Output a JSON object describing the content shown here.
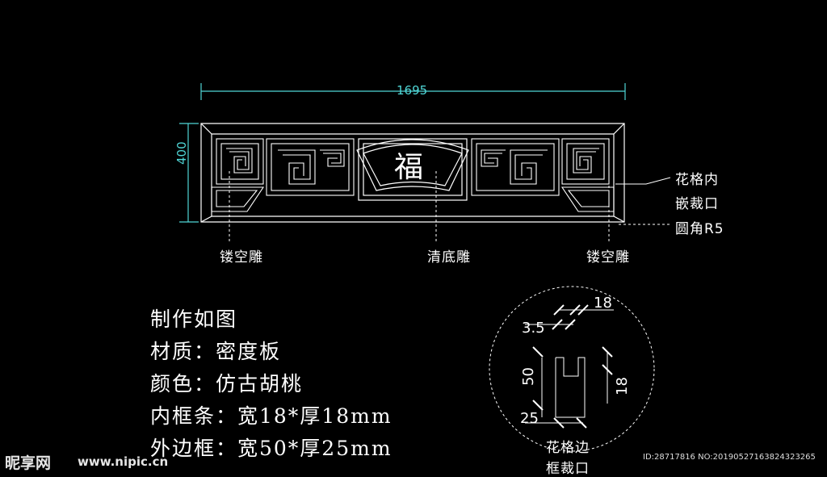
{
  "colors": {
    "background": "#000000",
    "lines": "#ffffff",
    "dimension": "#4fd6d6"
  },
  "dimensions": {
    "width": "1695",
    "height": "400"
  },
  "panel": {
    "center_character": "福"
  },
  "annotations": {
    "left_carving": "镂空雕",
    "center_carving": "清底雕",
    "right_carving": "镂空雕",
    "inlay_line1": "花格内",
    "inlay_line2": "嵌裁口",
    "corner": "圆角R5"
  },
  "specs": {
    "line1": "制作如图",
    "line2": "材质：密度板",
    "line3": "颜色：仿古胡桃",
    "line4": "内框条：宽18*厚18mm",
    "line5": "外边框：宽50*厚25mm"
  },
  "detail": {
    "dim_18_top": "18",
    "dim_3_5": "3.5",
    "dim_50": "50",
    "dim_18_right": "18",
    "dim_25": "25",
    "caption_line1": "花格边",
    "caption_line2": "框裁口"
  },
  "watermark": {
    "logo": "昵享网",
    "url": "www.nipic.cn",
    "id": "ID:28717816 NO:20190527163824323265"
  }
}
